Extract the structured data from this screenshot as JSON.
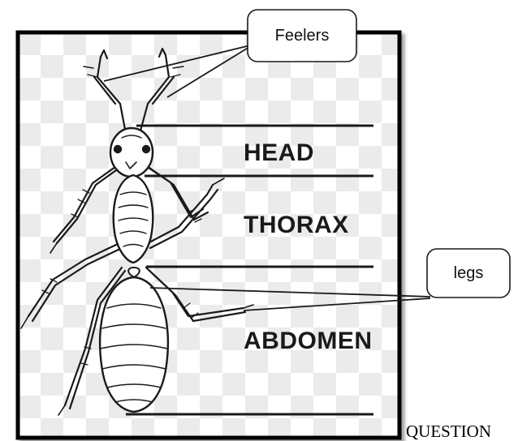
{
  "diagram": {
    "parts": {
      "head": "HEAD",
      "thorax": "THORAX",
      "abdomen": "ABDOMEN"
    },
    "callouts": {
      "feelers": "Feelers",
      "legs": "legs"
    }
  },
  "footer": {
    "question_text": "QUESTION"
  },
  "colors": {
    "frame": "#000000",
    "checker_light": "#ffffff",
    "checker_dark": "#ebebeb",
    "ink": "#1a1a1a"
  }
}
